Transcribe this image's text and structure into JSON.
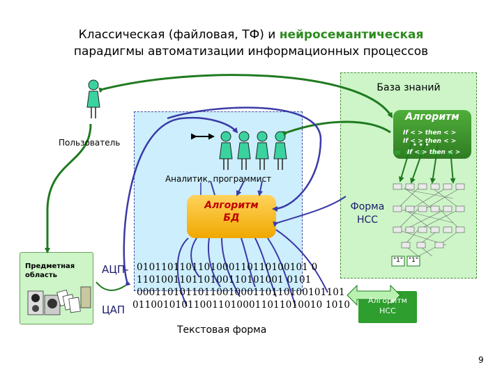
{
  "title": {
    "line1_prefix": "Классическая (файловая, ТФ)  и  ",
    "line1_highlight": "нейросемантическая",
    "line2": "парадигмы  автоматизации  информационных  процессов"
  },
  "knowledge_base": {
    "label": "База знаний",
    "algorithm_label": "Алгоритм",
    "rules": [
      "If < > then < >",
      "If < > then < >",
      "If < > then < >"
    ],
    "ellipsis": "• • •"
  },
  "user": {
    "label": "Пользователь"
  },
  "analyst": {
    "label": "Аналитик, программист"
  },
  "db_algorithm": {
    "line1": "Алгоритм",
    "line2": "БД"
  },
  "subject_area": {
    "label": "Предметная область"
  },
  "converters": {
    "adc": "АЦП-",
    "dac": "ЦАП"
  },
  "binary_lines": [
    "0101101101101000110110100101 0",
    "110100110110100110101001 0101",
    "0001101011011001000110110100101101",
    "0110010101100110100011011010010 1010"
  ],
  "text_form": {
    "label": "Текстовая форма"
  },
  "nss_form": {
    "line1": "Форма",
    "line2": "НСС"
  },
  "nss_algorithm": {
    "line1": "Алгоритм",
    "line2": "НСС"
  },
  "neuron_labels": [
    "\"1\"",
    "\"1\""
  ],
  "page_number": "9",
  "colors": {
    "green_arrow": "#1f7a1f",
    "blue_arrow": "#3a3aa6",
    "person": "#3ad3a0",
    "knowledge_bg": "#cdf5c8",
    "analyst_bg": "#cdeefc",
    "db_fill": "#ffc830"
  }
}
